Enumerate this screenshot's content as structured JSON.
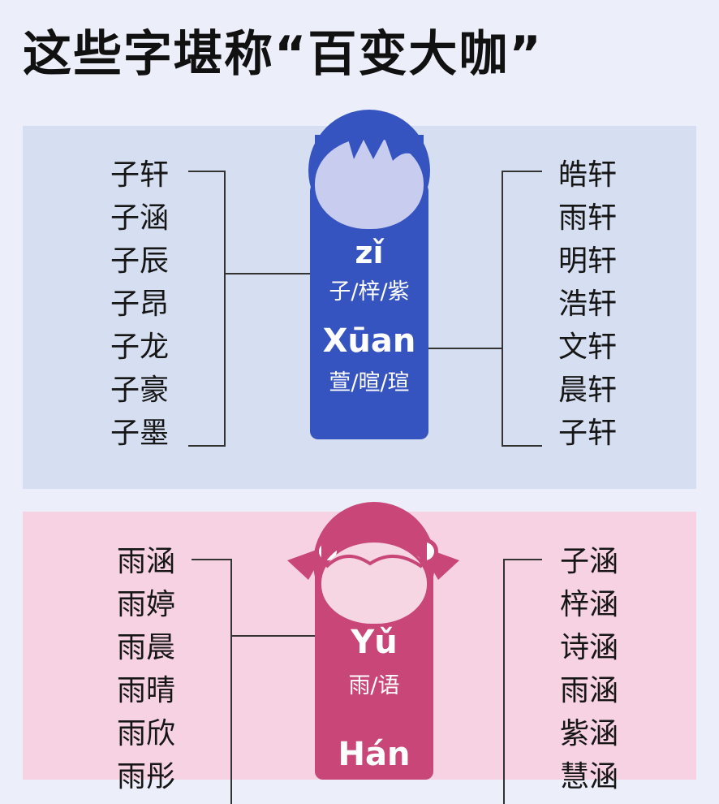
{
  "title": "这些字堪称“百变大咖”",
  "boy": {
    "left_names": [
      "子轩",
      "子涵",
      "子辰",
      "子昂",
      "子龙",
      "子豪",
      "子墨"
    ],
    "right_names": [
      "皓轩",
      "雨轩",
      "明轩",
      "浩轩",
      "文轩",
      "晨轩",
      "子轩"
    ],
    "pinyin1": "zǐ",
    "chars1": "子/梓/紫",
    "pinyin2": "Xūan",
    "chars2": "萱/暄/瑄",
    "color": "#3654bf"
  },
  "girl": {
    "left_names": [
      "雨涵",
      "雨婷",
      "雨晨",
      "雨晴",
      "雨欣",
      "雨彤"
    ],
    "right_names": [
      "子涵",
      "梓涵",
      "诗涵",
      "雨涵",
      "紫涵",
      "慧涵"
    ],
    "pinyin1": "Yǔ",
    "chars1": "雨/语",
    "pinyin2": "Hán",
    "color": "#c94778"
  }
}
